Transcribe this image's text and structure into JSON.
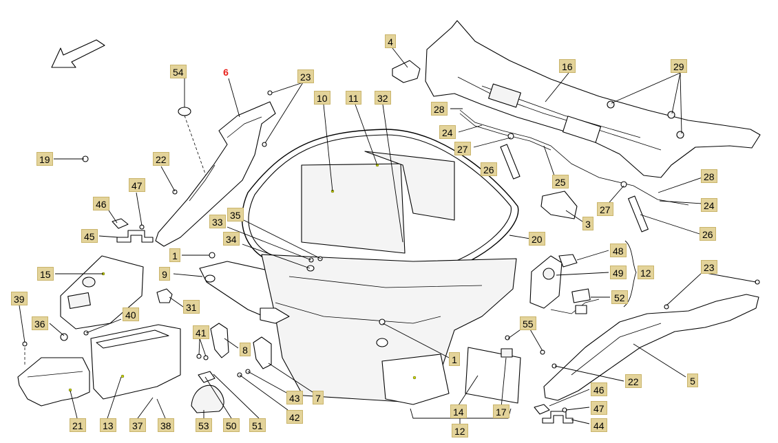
{
  "diagram": {
    "selected_part": "6",
    "callouts": {
      "c54": "54",
      "c6": "6",
      "c23a": "23",
      "c4": "4",
      "c10": "10",
      "c11": "11",
      "c32": "32",
      "c16": "16",
      "c29": "29",
      "c28a": "28",
      "c24a": "24",
      "c27a": "27",
      "c26a": "26",
      "c25": "25",
      "c28b": "28",
      "c24b": "24",
      "c27b": "27",
      "c26b": "26",
      "c3": "3",
      "c19": "19",
      "c22a": "22",
      "c47a": "47",
      "c46a": "46",
      "c45": "45",
      "c35": "35",
      "c33": "33",
      "c34": "34",
      "c20": "20",
      "c1a": "1",
      "c9": "9",
      "c15": "15",
      "c48": "48",
      "c49": "49",
      "c12a": "12",
      "c52": "52",
      "c23b": "23",
      "c39": "39",
      "c31": "31",
      "c40": "40",
      "c36": "36",
      "c41": "41",
      "c8": "8",
      "c1b": "1",
      "c55": "55",
      "c5": "5",
      "c22b": "22",
      "c46b": "46",
      "c47b": "47",
      "c44": "44",
      "c21": "21",
      "c13": "13",
      "c37": "37",
      "c38": "38",
      "c53": "53",
      "c50": "50",
      "c51": "51",
      "c43": "43",
      "c42": "42",
      "c7": "7",
      "c14": "14",
      "c17": "17",
      "c12b": "12"
    }
  }
}
